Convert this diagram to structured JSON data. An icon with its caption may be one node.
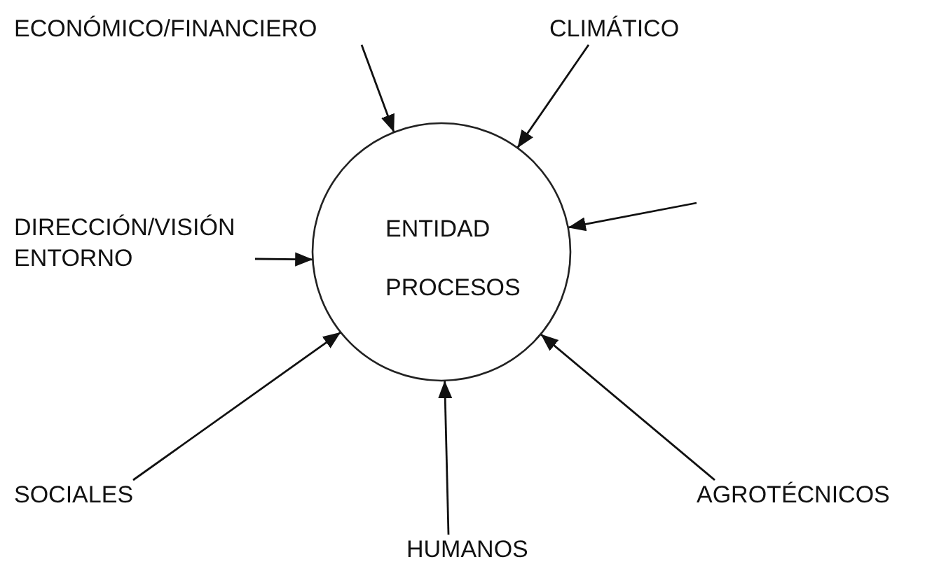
{
  "diagram": {
    "nodes": [
      {
        "text": [
          "ECONÓMICO/FINANCIERO"
        ]
      },
      {
        "text": [
          "CLIMÁTICO"
        ]
      },
      {
        "text": [
          "ENTIDAD",
          "PROCESOS"
        ]
      },
      {
        "text": [
          "DIRECCIÓN/VISIÓN ENTORNO"
        ]
      },
      {
        "text": [
          "SOCIALES"
        ]
      },
      {
        "text": [
          "AGROTÉCNICOS"
        ]
      },
      {
        "text": [
          "HUMANOS"
        ]
      }
    ],
    "edges": [
      {
        "from": 0,
        "to": 2,
        "arrow": "to"
      },
      {
        "from": 1,
        "to": 2,
        "arrow": "to"
      },
      {
        "from": null,
        "to": 2,
        "arrow": "to"
      },
      {
        "from": 3,
        "to": 2,
        "arrow": "to"
      },
      {
        "from": 4,
        "to": 2,
        "arrow": "to"
      },
      {
        "from": 6,
        "to": 2,
        "arrow": "to"
      },
      {
        "from": 5,
        "to": 2,
        "arrow": "to"
      }
    ]
  }
}
